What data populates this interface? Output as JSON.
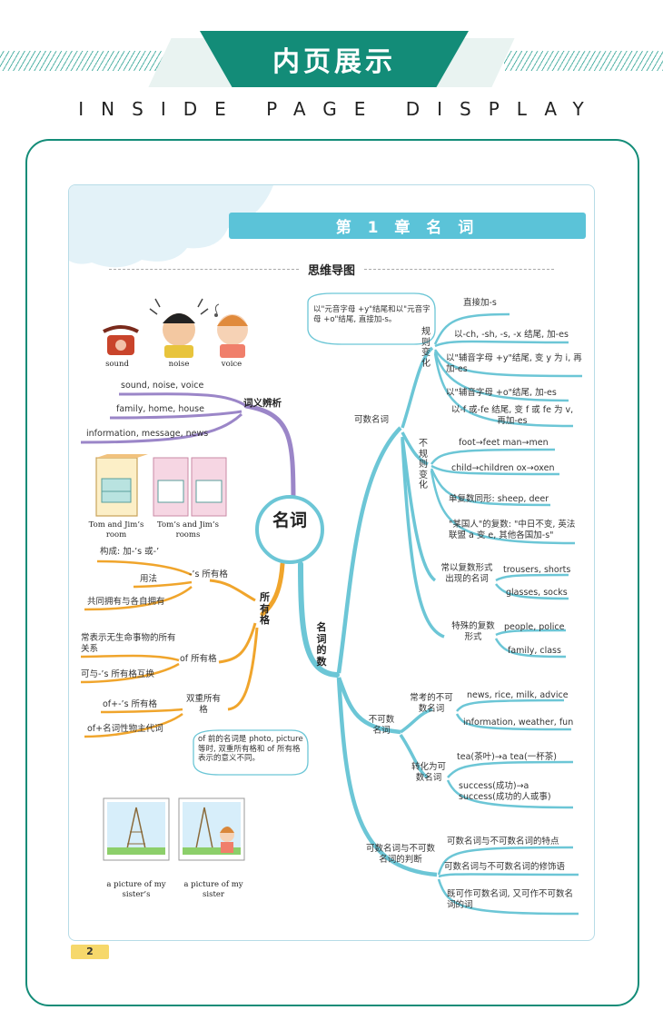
{
  "header": {
    "title": "内页展示",
    "subtitle": "INSIDE PAGE DISPLAY"
  },
  "page": {
    "chapter_title": "第 1 章   名   词",
    "section_label": "思维导图",
    "center": "名词",
    "page_number": "2"
  },
  "images": {
    "sound": "sound",
    "noise": "noise",
    "voice": "voice",
    "toms_jims_room": "Tom and Jim’s room",
    "toms_jims_rooms": "Tom’s and Jim’s rooms",
    "picture_sisters": "a picture of my sister’s",
    "picture_sister": "a picture of my sister"
  },
  "left": {
    "synonyms": {
      "title": "词义辨析",
      "items": [
        "sound, noise, voice",
        "family, home, house",
        "information, message, news"
      ]
    },
    "possessive": {
      "title": "所有格",
      "s_possessive": {
        "title": "-’s 所有格",
        "items": [
          "构成: 加-’s 或-’",
          "用法",
          "共同拥有与各自拥有"
        ]
      },
      "of_possessive": {
        "title": "of 所有格",
        "items": [
          "常表示无生命事物的所有关系",
          "可与-’s 所有格互换"
        ]
      },
      "double_possessive": {
        "title": "双重所有格",
        "items": [
          "of+-’s 所有格",
          "of+名词性物主代词"
        ]
      },
      "note": "of 前的名词是 photo, picture 等时, 双重所有格和 of 所有格表示的意义不同。"
    }
  },
  "right": {
    "number_title": "名词的数",
    "countable": {
      "title": "可数名词",
      "note": "以\"元音字母 +y\"结尾和以\"元音字母 +o\"结尾, 直接加-s。",
      "regular": {
        "title": "规则变化",
        "items": [
          "直接加-s",
          "以-ch, -sh, -s, -x 结尾, 加-es",
          "以\"辅音字母 +y\"结尾, 变 y 为 i, 再加-es",
          "以\"辅音字母 +o\"结尾, 加-es",
          "以-f 或-fe 结尾, 变 f 或 fe 为 v, 再加-es"
        ]
      },
      "irregular": {
        "title": "不规则变化",
        "items": [
          "foot→feet  man→men",
          "child→children  ox→oxen",
          "单复数同形: sheep, deer",
          "\"某国人\"的复数: \"中日不变, 英法联盟 a 变 e, 其他各国加-s\""
        ]
      },
      "plural_form": {
        "title": "常以复数形式出现的名词",
        "items": [
          "trousers, shorts",
          "glasses, socks"
        ]
      },
      "special": {
        "title": "特殊的复数形式",
        "items": [
          "people, police",
          "family, class"
        ]
      }
    },
    "uncountable": {
      "title": "不可数名词",
      "common": {
        "title": "常考的不可数名词",
        "items": [
          "news, rice, milk, advice",
          "information, weather, fun"
        ]
      },
      "convert": {
        "title": "转化为可数名词",
        "items": [
          "tea(茶叶)→a tea(一杯茶)",
          "success(成功)→a success(成功的人或事)"
        ]
      }
    },
    "judge": {
      "title": "可数名词与不可数名词的判断",
      "items": [
        "可数名词与不可数名词的特点",
        "可数名词与不可数名词的修饰语",
        "既可作可数名词, 又可作不可数名词的词"
      ]
    }
  },
  "colors": {
    "brand_green": "#138c78",
    "chapter_blue": "#5bc3d8",
    "branch_teal": "#6cc6d6",
    "branch_purple": "#9b86c8",
    "branch_orange": "#f0a52c",
    "page_badge": "#f6d86b"
  }
}
